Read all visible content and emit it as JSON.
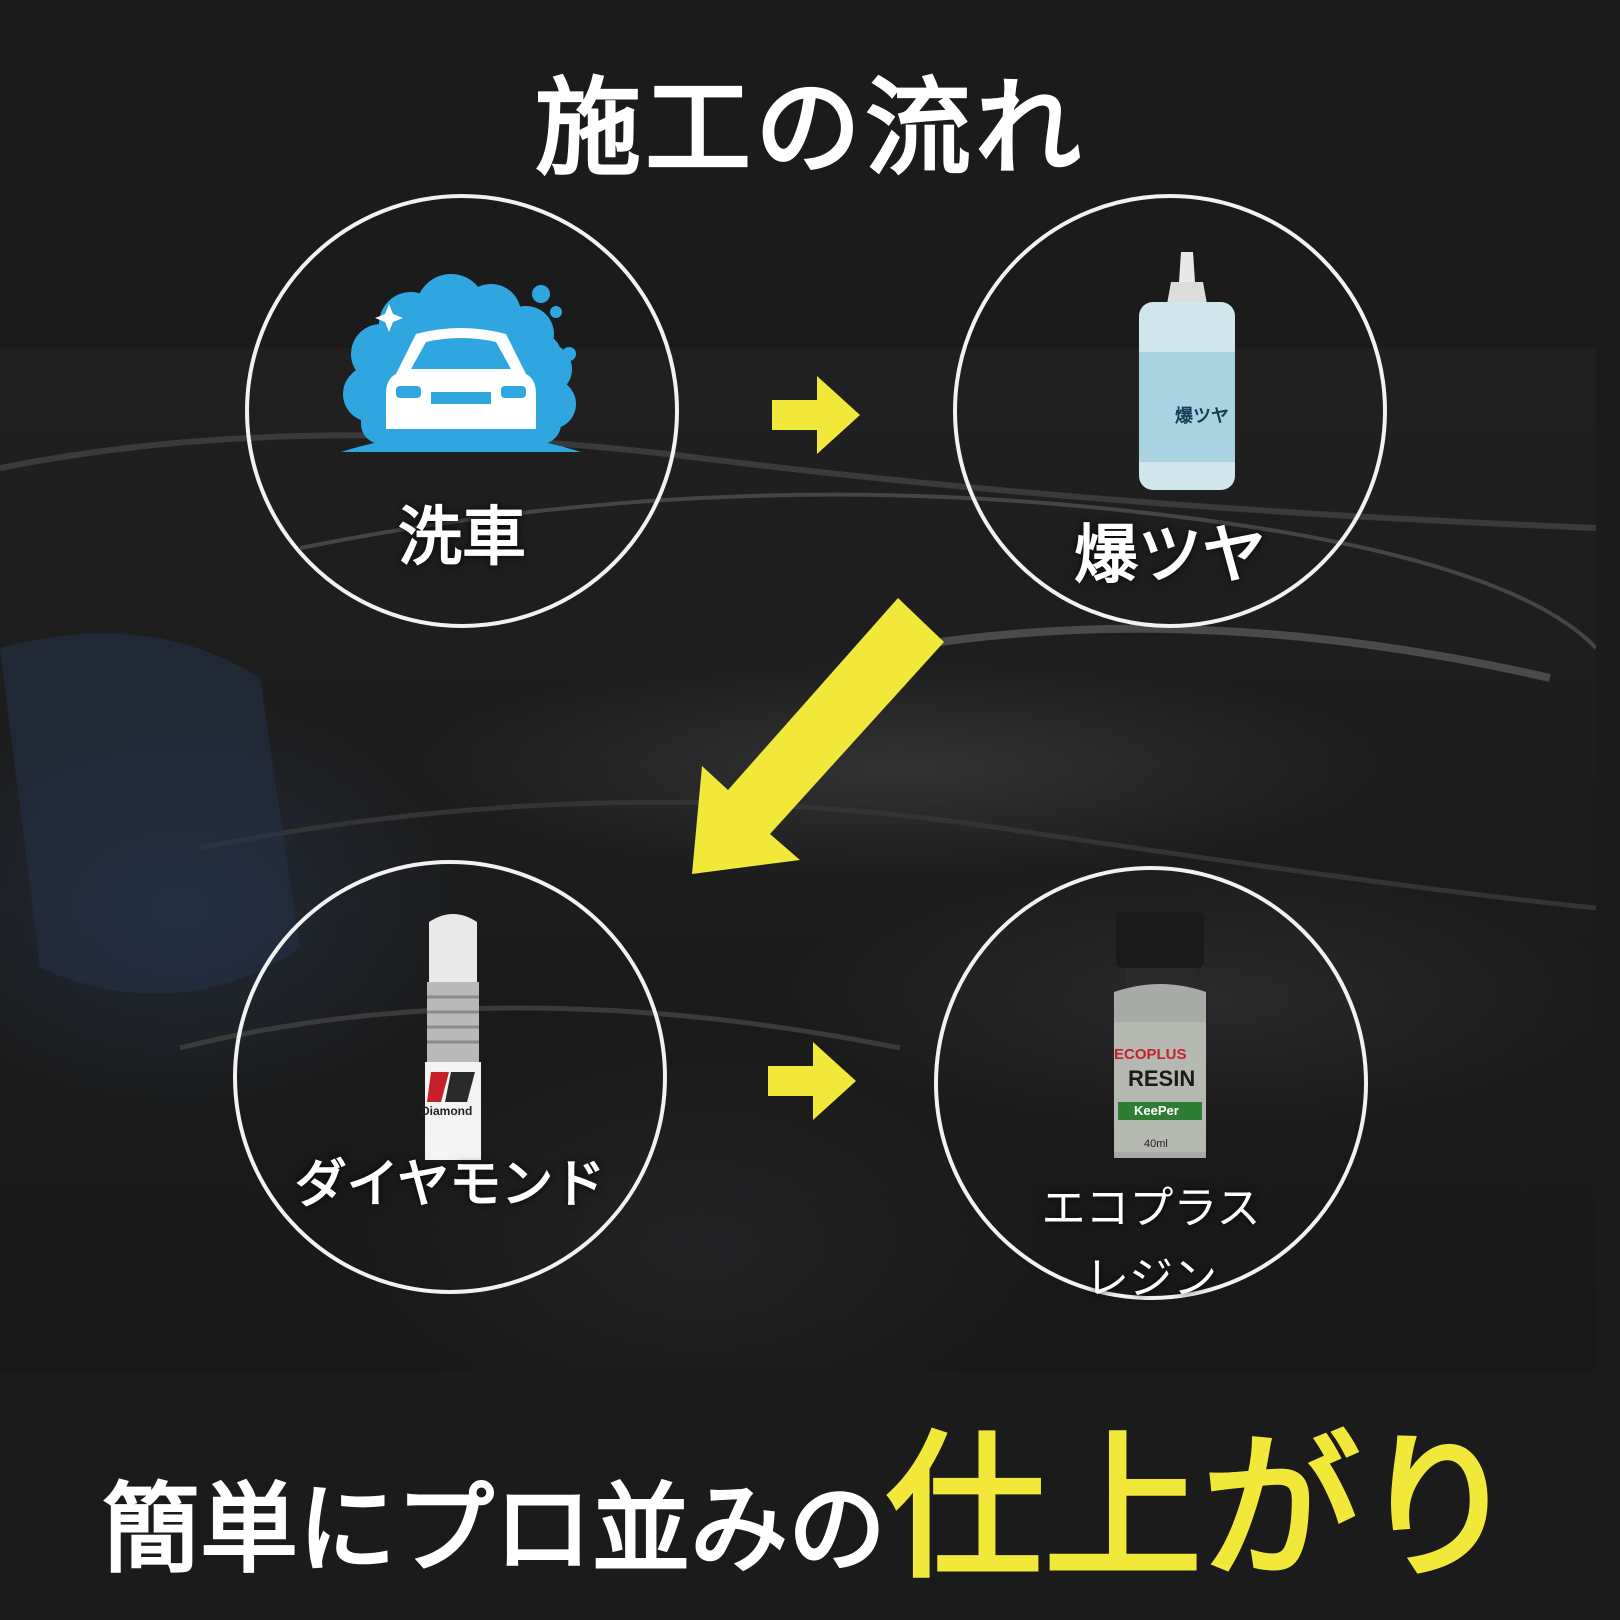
{
  "title": "施工の流れ",
  "steps": [
    {
      "label": "洗車",
      "icon": "car-wash-icon"
    },
    {
      "label": "爆ツヤ",
      "icon": "bottle-icon",
      "product_text": "爆ツヤ"
    },
    {
      "label": "ダイヤモンド",
      "icon": "applicator-bottle-icon",
      "product_text": "Diamond"
    },
    {
      "label_line1": "エコプラス",
      "label_line2": "レジン",
      "icon": "resin-bottle-icon",
      "product_text_top": "ECOPLUS",
      "product_text_mid": "RESIN",
      "product_brand": "KeePer",
      "product_volume": "40ml"
    }
  ],
  "bottom": {
    "lead": "簡単にプロ並みの",
    "accent": "仕上がり"
  },
  "colors": {
    "accent": "#f1e83a",
    "circle": "#f2f2f2",
    "wash_blue": "#2fa6e0",
    "background": "#1b1b1b"
  }
}
